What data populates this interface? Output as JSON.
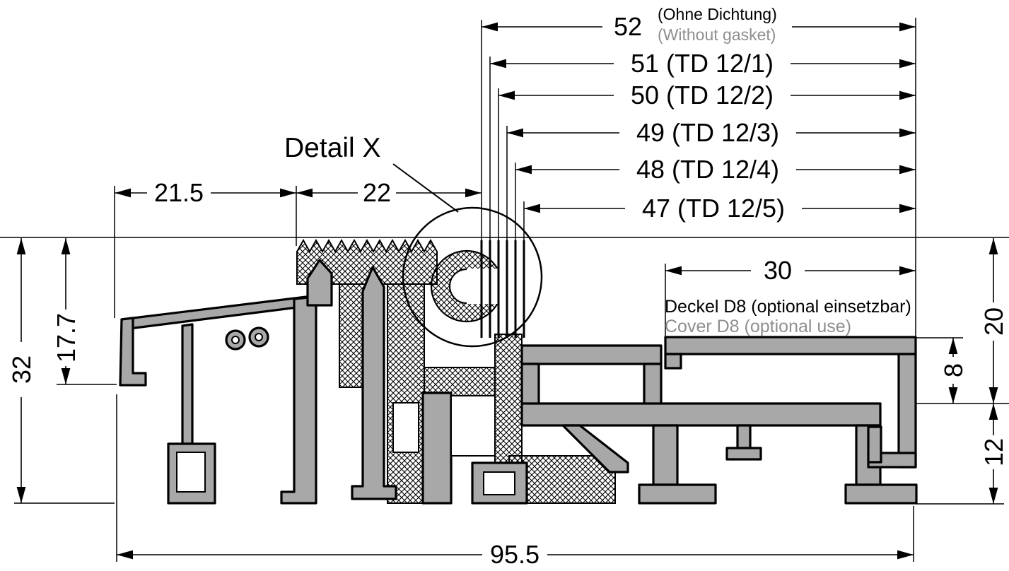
{
  "diagram": {
    "detail_label": "Detail X",
    "top_dims": [
      {
        "value": "52",
        "note_de": "(Ohne Dichtung)",
        "note_en": "(Without gasket)"
      },
      {
        "value": "51 (TD 12/1)"
      },
      {
        "value": "50 (TD 12/2)"
      },
      {
        "value": "49 (TD 12/3)"
      },
      {
        "value": "48 (TD 12/4)"
      },
      {
        "value": "47 (TD 12/5)"
      }
    ],
    "horizontal_dims": {
      "left_width": "21.5",
      "mid_width": "22",
      "cover_width": "30",
      "total_width": "95.5"
    },
    "vertical_dims": {
      "total_height": "32",
      "inner_height": "17.7",
      "right_top": "20",
      "right_gap": "8",
      "right_bottom": "12"
    },
    "cover_note": {
      "de": "Deckel D8 (optional einsetzbar)",
      "en": "Cover D8 (optional use)"
    },
    "colors": {
      "aluminum": "#a8a8a8",
      "outline": "#000000",
      "secondary_text": "#8f8f8f"
    }
  }
}
